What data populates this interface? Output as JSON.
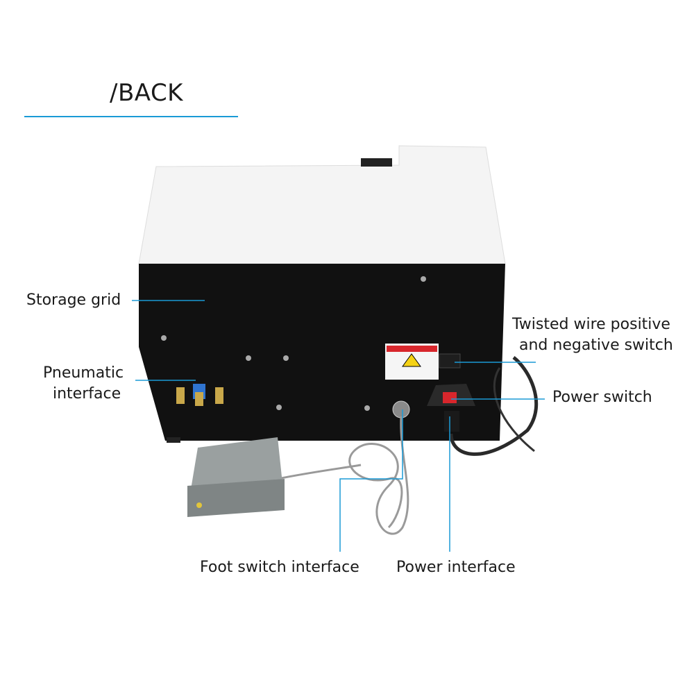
{
  "title": "/BACK",
  "colors": {
    "accent": "#1a9ad6",
    "panel": "#111111",
    "casing": "#f2f2f2"
  },
  "labels": {
    "storage_grid": "Storage grid",
    "pneumatic_line1": "Pneumatic",
    "pneumatic_line2": "interface",
    "twisted_line1": "Twisted wire positive",
    "twisted_line2": "and negative switch",
    "power_switch": "Power switch",
    "foot_switch_interface": "Foot switch interface",
    "power_interface": "Power interface"
  }
}
